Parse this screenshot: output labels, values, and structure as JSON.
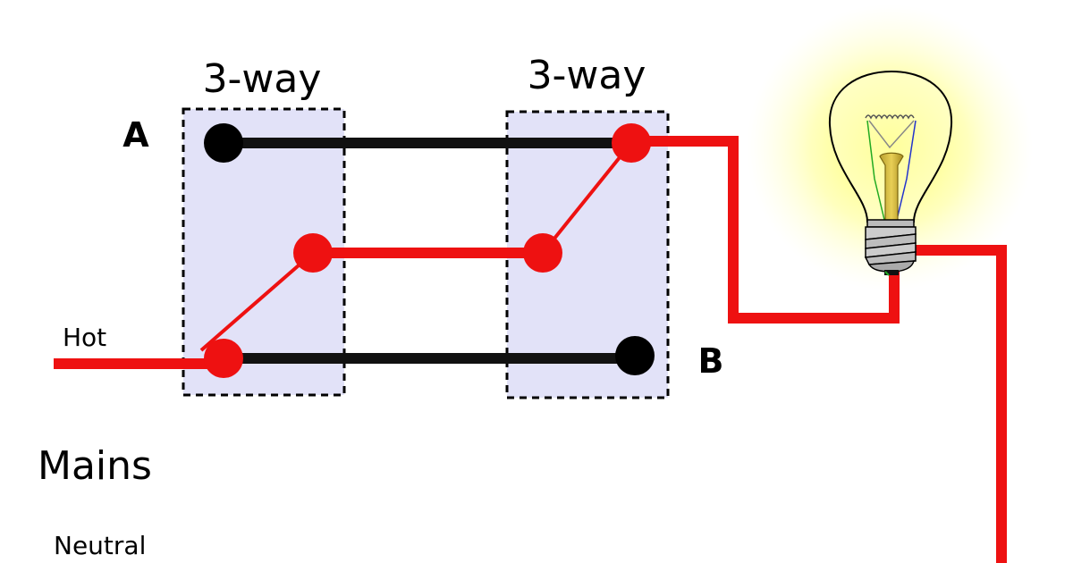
{
  "diagram": {
    "switch_left_label": "3-way",
    "switch_right_label": "3-way",
    "terminal_a_label": "A",
    "terminal_b_label": "B",
    "hot_label": "Hot",
    "mains_label": "Mains",
    "neutral_label": "Neutral"
  },
  "colors": {
    "hot_wire": "#ee1111",
    "traveler_wire": "#111111",
    "switch_box_fill": "#e2e2f8",
    "bulb_glow": "#ffff66",
    "bulb_base": "#cccccc"
  },
  "icons": {
    "bulb": "light-bulb-icon"
  }
}
